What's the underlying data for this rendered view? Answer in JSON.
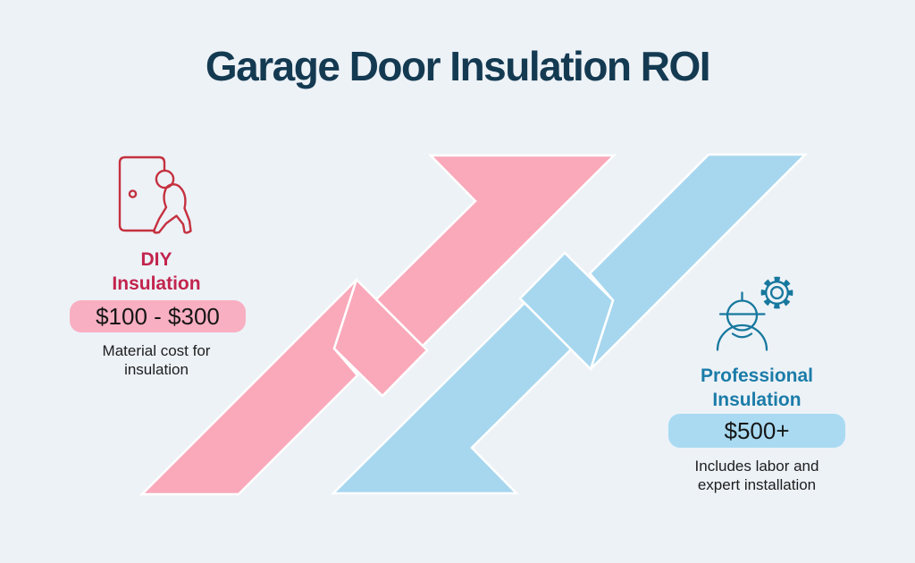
{
  "title": "Garage Door Insulation ROI",
  "colors": {
    "background": "#edf2f7",
    "title": "#143a52",
    "pink_arrow": "#f9a9ba",
    "blue_arrow": "#a7d7ef",
    "diy_accent": "#c2244d",
    "diy_icon": "#c5313f",
    "diy_pill_bg": "#f9afc2",
    "pro_accent": "#1b7ca8",
    "pro_icon": "#17789e",
    "pro_pill_bg": "#a9daf2",
    "price_text": "#161616",
    "description_text": "#1d1d1d",
    "fold_line": "#ffffff"
  },
  "diy": {
    "icon": "door-person-icon",
    "name_line1": "DIY",
    "name_line2": "Insulation",
    "price": "$100 - $300",
    "desc_line1": "Material cost for",
    "desc_line2": "insulation"
  },
  "professional": {
    "icon": "engineer-gear-icon",
    "name_line1": "Professional",
    "name_line2": "Insulation",
    "price": "$500+",
    "desc_line1": "Includes labor and",
    "desc_line2": "expert installation"
  },
  "arrows": [
    {
      "name": "diy-trend-arrow",
      "color": "#f9a9ba",
      "direction": "up-right"
    },
    {
      "name": "professional-trend-arrow",
      "color": "#a7d7ef",
      "direction": "up-right"
    }
  ]
}
